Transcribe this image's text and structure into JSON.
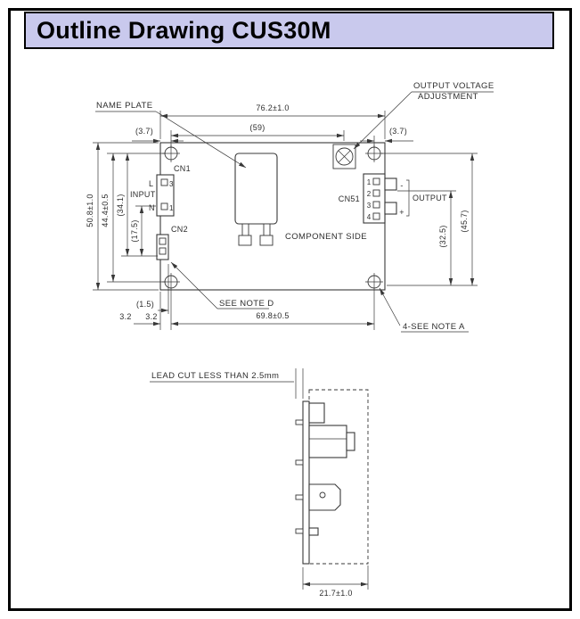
{
  "header": {
    "title": "Outline Drawing CUS30M"
  },
  "colors": {
    "header_bg": "#c9c9ed",
    "line_color": "#383838"
  },
  "top_view": {
    "callouts": {
      "name_plate": "NAME PLATE",
      "output_voltage_1": "OUTPUT VOLTAGE",
      "output_voltage_2": "ADJUSTMENT",
      "component_side": "COMPONENT SIDE",
      "see_note_d": "SEE NOTE D",
      "see_note_a": "4-SEE NOTE A"
    },
    "connectors": {
      "cn1": "CN1",
      "cn2": "CN2",
      "cn51": "CN51",
      "input_label": "INPUT",
      "output_label": "OUTPUT",
      "line_label": "L",
      "neutral_label": "N",
      "minus": "-",
      "plus": "+",
      "cn1_pin_top": "3",
      "cn1_pin_bottom": "1",
      "cn51_pins": [
        "1",
        "2",
        "3",
        "4"
      ]
    },
    "dims": {
      "width": "76.2±1.0",
      "width_inner": "(59)",
      "corner_left": "(3.7)",
      "corner_right": "(3.7)",
      "height": "50.8±1.0",
      "hole_height": "44.4±0.5",
      "h34": "(34.1)",
      "h17": "(17.5)",
      "r45": "(45.7)",
      "r32": "(32.5)",
      "b15": "(1.5)",
      "b32_left": "3.2",
      "b32_right": "3.2",
      "hole_width": "69.8±0.5"
    }
  },
  "side_view": {
    "lead_cut": "LEAD CUT LESS THAN 2.5mm",
    "depth": "21.7±1.0"
  }
}
